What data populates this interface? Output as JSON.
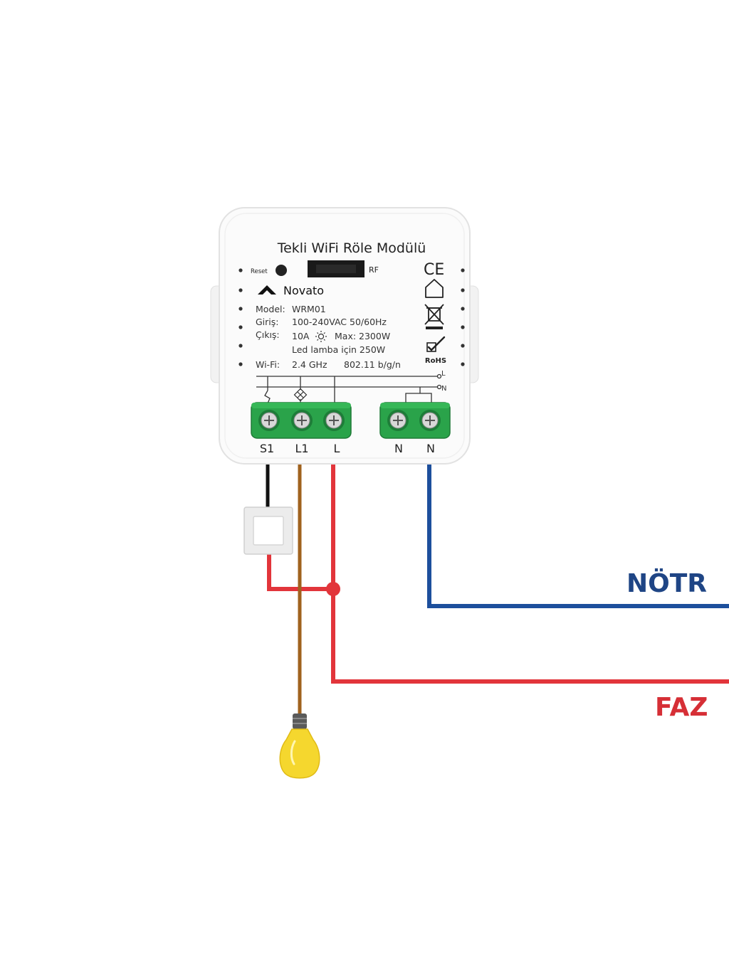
{
  "module": {
    "title": "Tekli WiFi Röle Modülü",
    "reset_label": "Reset",
    "rf_label": "RF",
    "brand": "Novato",
    "specs": {
      "model_key": "Model:",
      "model_val": "WRM01",
      "input_key": "Giriş:",
      "input_val": "100-240VAC 50/60Hz",
      "output_key": "Çıkış:",
      "output_current": "10A",
      "output_max": "Max: 2300W",
      "led_line": "Led lamba için 250W",
      "wifi_key": "Wi-Fi:",
      "wifi_band": "2.4 GHz",
      "wifi_std": "802.11 b/g/n"
    },
    "cert": {
      "ce": "CE",
      "rohs": "RoHS"
    },
    "bus": {
      "l_label": "L",
      "n_label": "N"
    },
    "terminals": [
      "S1",
      "L1",
      "L",
      "N",
      "N"
    ]
  },
  "wires": {
    "notr_label": "NÖTR",
    "faz_label": "FAZ"
  },
  "colors": {
    "neutral": "#1d4f9c",
    "phase": "#e2353b",
    "lamp_wire": "#a0621e",
    "switch_wire": "#111111",
    "terminal_green": "#2aa34a",
    "bulb": "#f5d72e",
    "notr_text": "#1f4585",
    "faz_text": "#d62f36"
  },
  "icons": [
    "house-icon",
    "weee-bin-icon",
    "rohs-check-icon",
    "sun-icon",
    "lamp-symbol-icon"
  ]
}
